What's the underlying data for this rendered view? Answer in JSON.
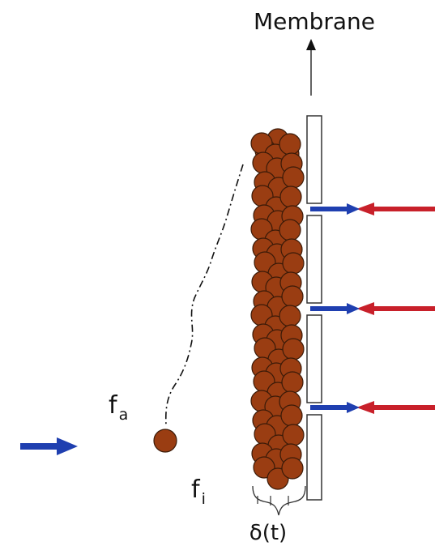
{
  "labels": {
    "membrane": "Membrane",
    "f_a_main": "f",
    "f_a_sub": "a",
    "f_i_main": "f",
    "f_i_sub": "i",
    "thickness": "δ(t)"
  },
  "colors": {
    "particle": "#9a3d12",
    "particle_stroke": "#3a1a08",
    "feed_arrow": "#1f3fb0",
    "permeate_arrow_blue": "#1f3fb0",
    "permeate_arrow_red": "#c8202a",
    "membrane_outline": "#333333",
    "trajectory": "#111111"
  },
  "icons": {
    "feed_flow": "right-arrow-icon",
    "membrane_direction": "up-arrow-icon"
  }
}
